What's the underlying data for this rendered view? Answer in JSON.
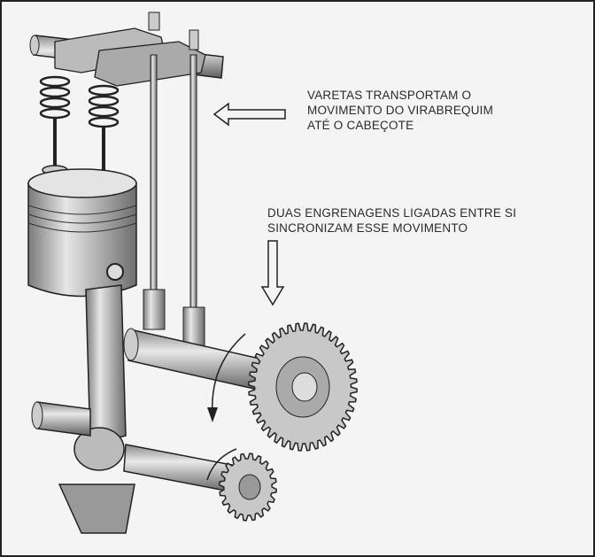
{
  "annotations": {
    "pushrods": {
      "lines": [
        "VARETAS TRANSPORTAM O",
        "MOVIMENTO DO VIRABREQUIM",
        "ATÉ O CABEÇOTE"
      ]
    },
    "gears": {
      "lines": [
        "DUAS ENGRENAGENS LIGADAS ENTRE SI",
        "SINCRONIZAM ESSE MOVIMENTO"
      ]
    }
  },
  "colors": {
    "background": "#f4f4f4",
    "ink": "#222222",
    "metal_light": "#d8d8d8",
    "metal_dark": "#8a8a8a"
  }
}
